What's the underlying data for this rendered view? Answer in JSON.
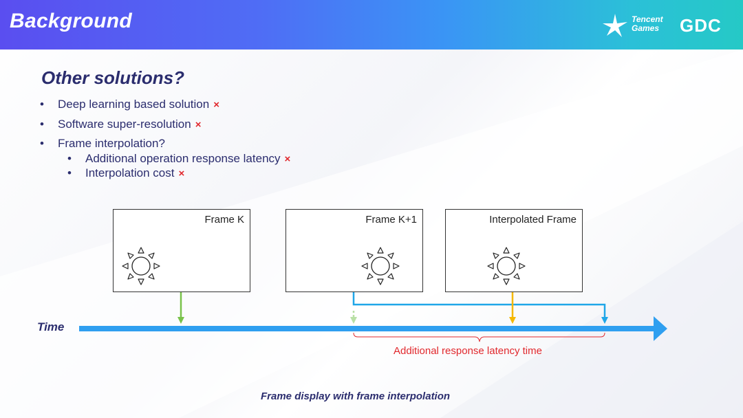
{
  "header": {
    "title": "Background",
    "brand_line1": "Tencent",
    "brand_line2": "Games",
    "logo_text": "GDC"
  },
  "section_title": "Other solutions?",
  "bullets": [
    {
      "text": "Deep learning based solution",
      "rejected": true
    },
    {
      "text": "Software super-resolution",
      "rejected": true
    },
    {
      "text": "Frame interpolation?",
      "rejected": false
    },
    {
      "text": "Additional operation response latency",
      "rejected": true,
      "sub": true
    },
    {
      "text": "Interpolation cost",
      "rejected": true,
      "sub": true
    }
  ],
  "reject_mark": "×",
  "bullet_char": "•",
  "diagram": {
    "frames": [
      {
        "label": "Frame K"
      },
      {
        "label": "Frame K+1"
      },
      {
        "label": "Interpolated Frame"
      }
    ],
    "axis_label": "Time",
    "latency_label": "Additional response latency time",
    "caption": "Frame display with frame interpolation"
  },
  "colors": {
    "header_start": "#5a4ef0",
    "header_end": "#25c9c6",
    "title_text": "#2b2d6e",
    "reject": "#e1282d",
    "time_axis": "#2f9ff0",
    "arrow_frame_k": "#79c24a",
    "arrow_frame_k1_faded": "#b9e0a6",
    "arrow_interpolated": "#f5b800",
    "arrow_delayed": "#1fa6e8",
    "latency_brace": "#e1282d"
  }
}
